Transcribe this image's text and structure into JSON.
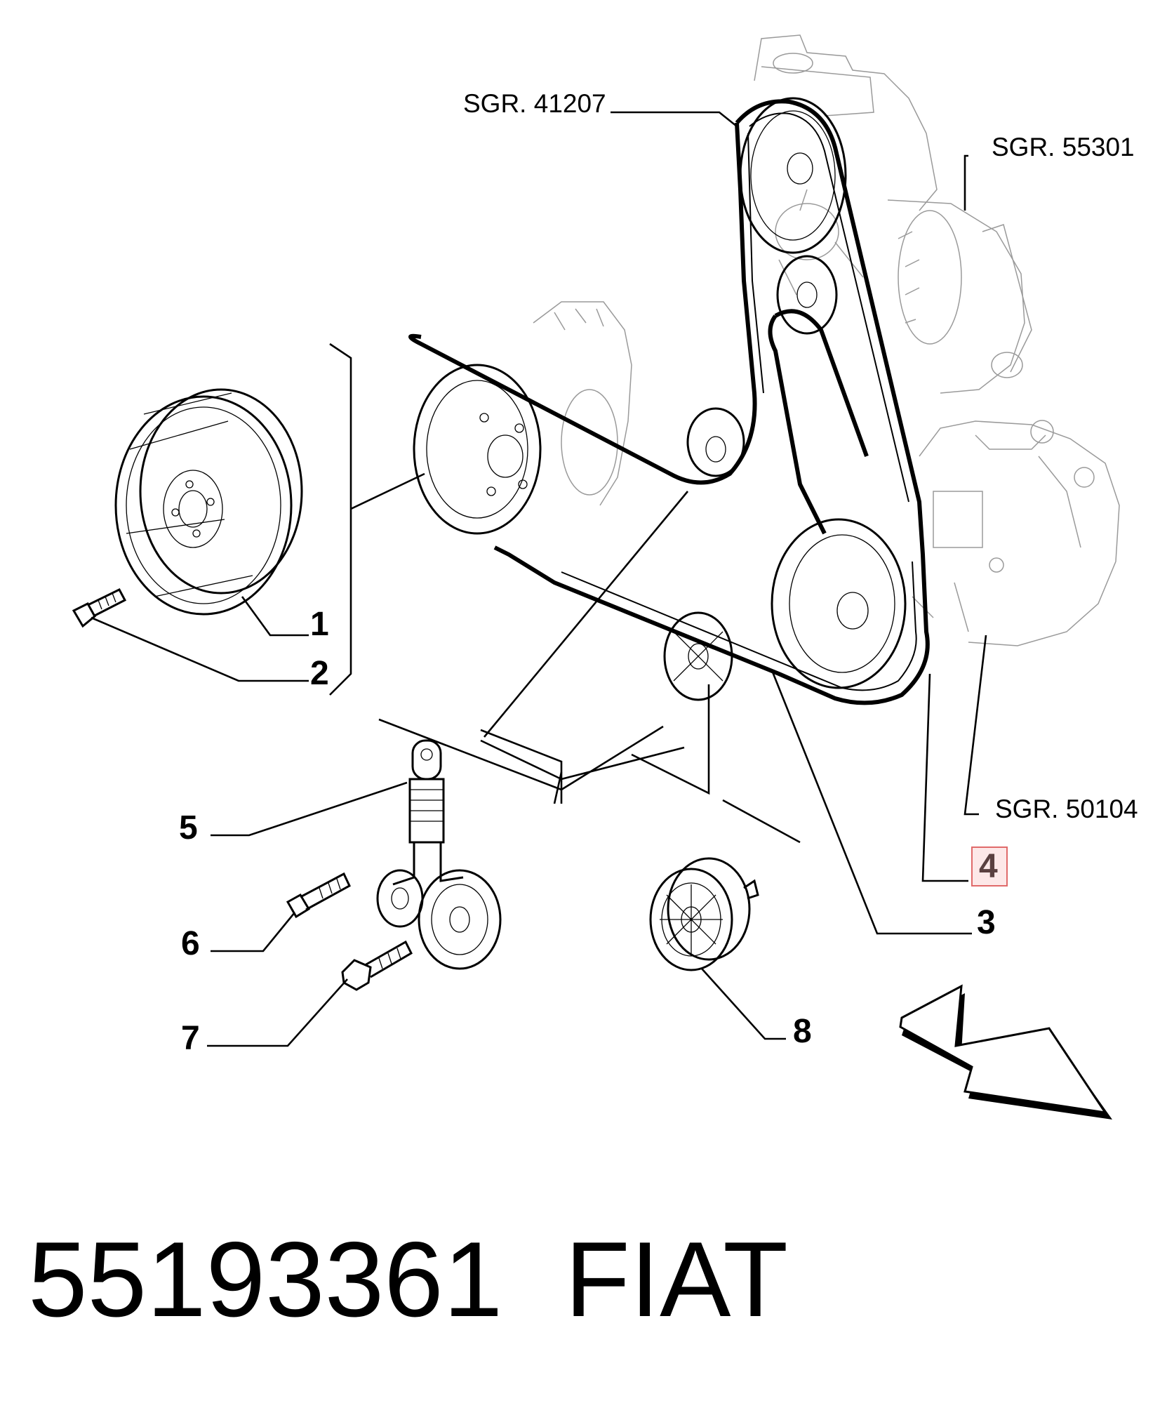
{
  "references": {
    "sgr_top": "SGR. 41207",
    "sgr_right_top": "SGR. 55301",
    "sgr_right_bottom": "SGR. 50104"
  },
  "callouts": [
    "1",
    "2",
    "3",
    "4",
    "5",
    "6",
    "7",
    "8"
  ],
  "highlighted_callout": "4",
  "highlight_color": "#e06a6a",
  "footer": {
    "part_number": "55193361",
    "brand": "FIAT"
  }
}
